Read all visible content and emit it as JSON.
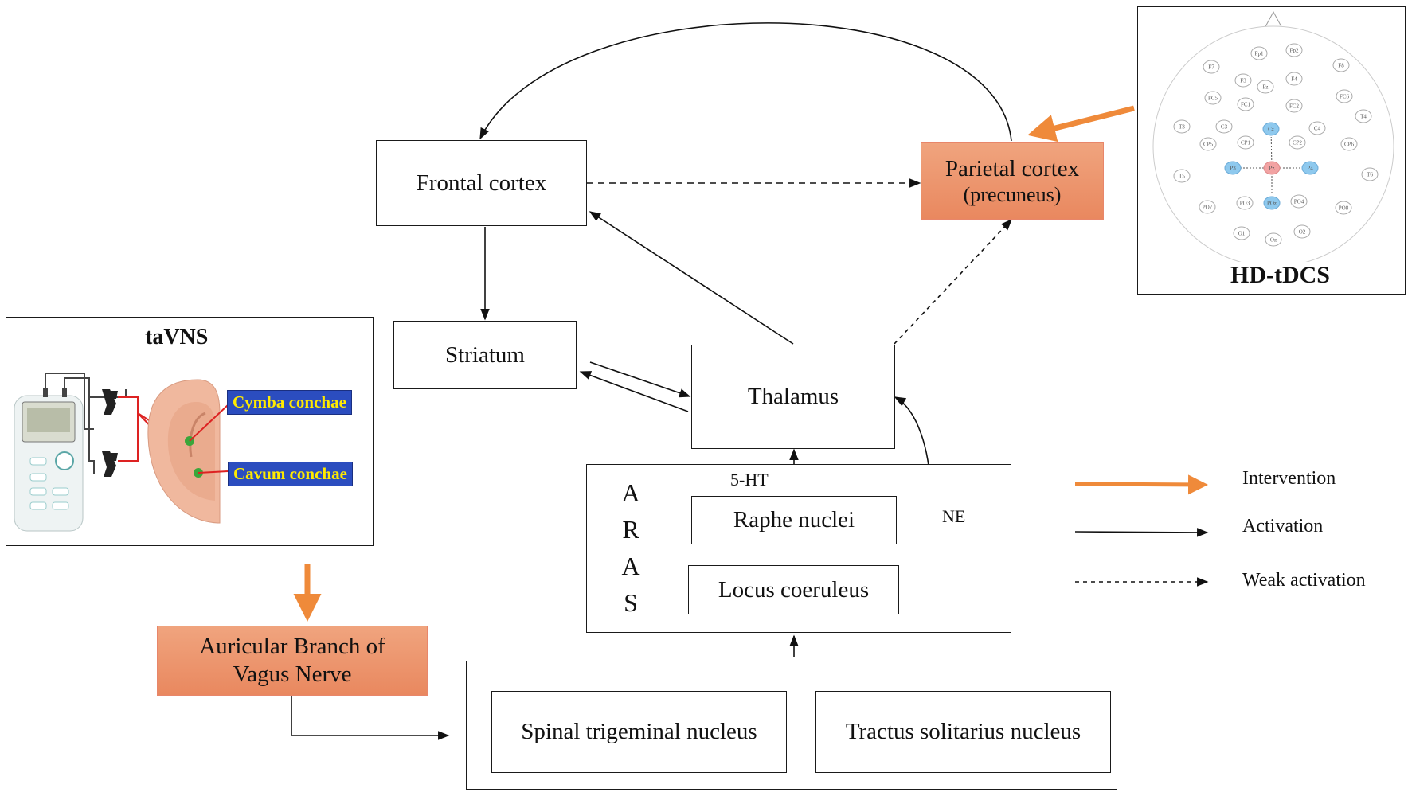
{
  "nodes": {
    "frontal": "Frontal cortex",
    "parietal_line1": "Parietal cortex",
    "parietal_line2": "(precuneus)",
    "striatum": "Striatum",
    "thalamus": "Thalamus",
    "raphe": "Raphe nuclei",
    "locus": "Locus coeruleus",
    "auricular_line1": "Auricular Branch of",
    "auricular_line2": "Vagus  Nerve",
    "spinal": "Spinal  trigeminal  nucleus",
    "tractus": "Tractus solitarius nucleus"
  },
  "aras_letters": [
    "A",
    "R",
    "A",
    "S"
  ],
  "edge_labels": {
    "serotonin": "5-HT",
    "noradrenaline": "NE"
  },
  "tavns": {
    "title": "taVNS",
    "cymba": "Cymba conchae",
    "cavum": "Cavum conchae"
  },
  "hd_tdcs": {
    "title": "HD-tDCS",
    "electrodes": [
      "Fp1",
      "Fp2",
      "F7",
      "F3",
      "Fz",
      "F4",
      "F8",
      "FC5",
      "FC1",
      "FC2",
      "FC6",
      "T3",
      "C3",
      "Cz",
      "C4",
      "T4",
      "CP5",
      "CP1",
      "CP2",
      "CP6",
      "T5",
      "P3",
      "Pz",
      "P4",
      "T6",
      "PO7",
      "PO3",
      "POz",
      "PO4",
      "PO8",
      "O1",
      "Oz",
      "O2"
    ],
    "active": "Pz",
    "return": [
      "Cz",
      "P3",
      "P4",
      "POz"
    ]
  },
  "legend": {
    "intervention": "Intervention",
    "activation": "Activation",
    "weak": "Weak activation"
  },
  "colors": {
    "intervention_arrow": "#ef8a3a",
    "orange_box": "#ec9068",
    "active_electrode": "#f2a3a3",
    "return_electrode": "#8ec9ee",
    "tag_bg": "#2b4dbf",
    "tag_text": "#ffea00"
  }
}
